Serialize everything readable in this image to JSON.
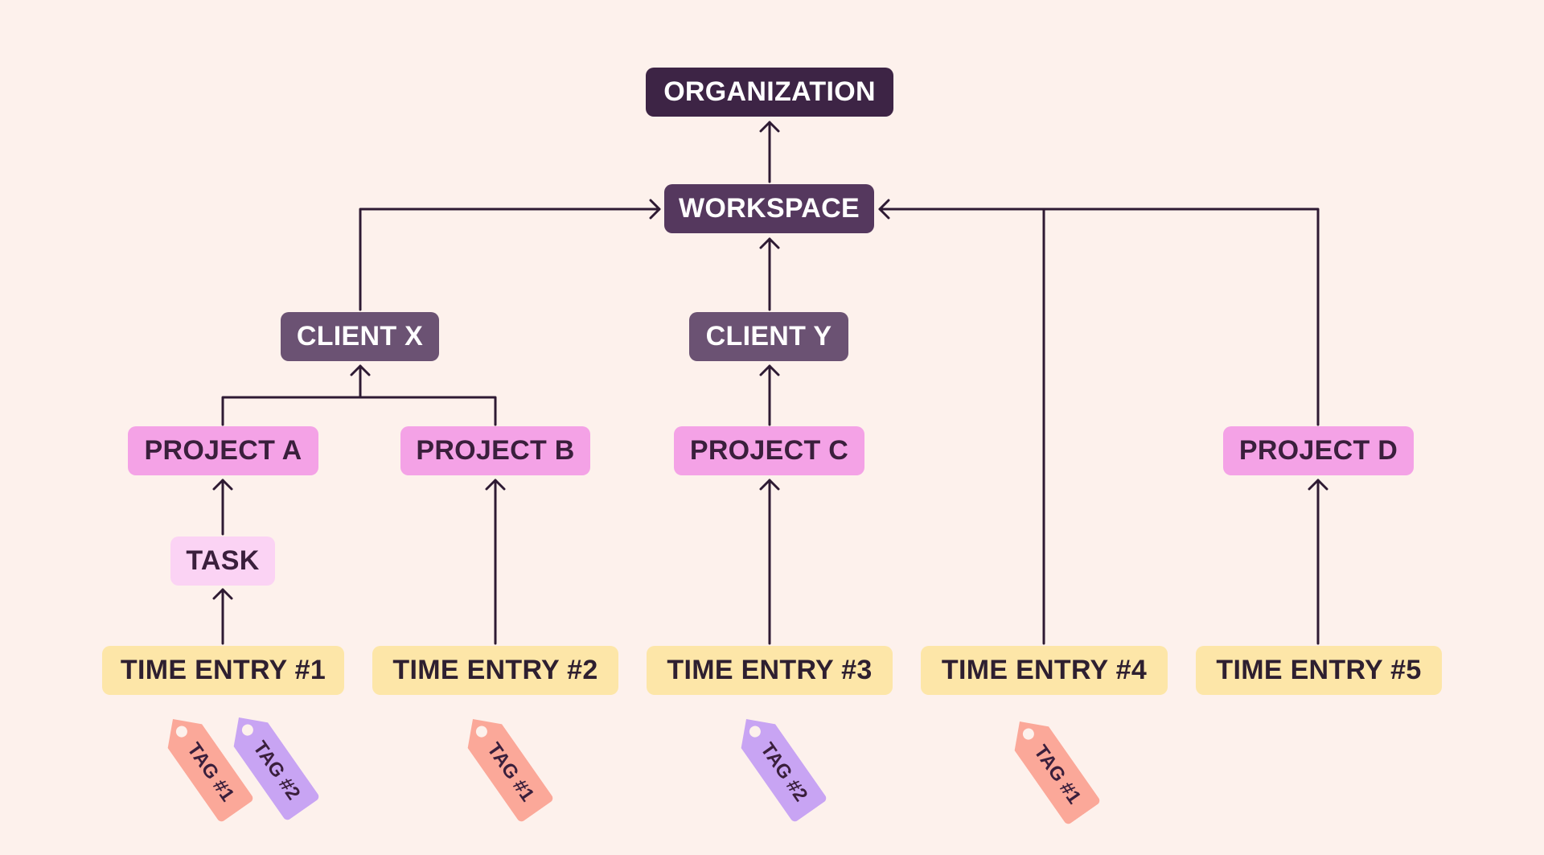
{
  "diagram": {
    "organization": "ORGANIZATION",
    "workspace": "WORKSPACE",
    "clients": {
      "x": "CLIENT X",
      "y": "CLIENT Y"
    },
    "projects": {
      "a": "PROJECT A",
      "b": "PROJECT B",
      "c": "PROJECT C",
      "d": "PROJECT D"
    },
    "task": "TASK",
    "time_entries": [
      "TIME ENTRY #1",
      "TIME ENTRY #2",
      "TIME ENTRY #3",
      "TIME ENTRY #4",
      "TIME ENTRY #5"
    ],
    "tags": {
      "tag1": "TAG #1",
      "tag2": "TAG #2"
    }
  },
  "colors": {
    "background": "#fdf1ec",
    "organization": "#3d2445",
    "workspace": "#55385e",
    "client": "#6b5273",
    "project": "#f4a2e6",
    "task": "#fbd3f4",
    "time_entry": "#fde6a8",
    "tag_1": "#fba899",
    "tag_2": "#c8a4f3",
    "connector": "#2e1a33"
  }
}
